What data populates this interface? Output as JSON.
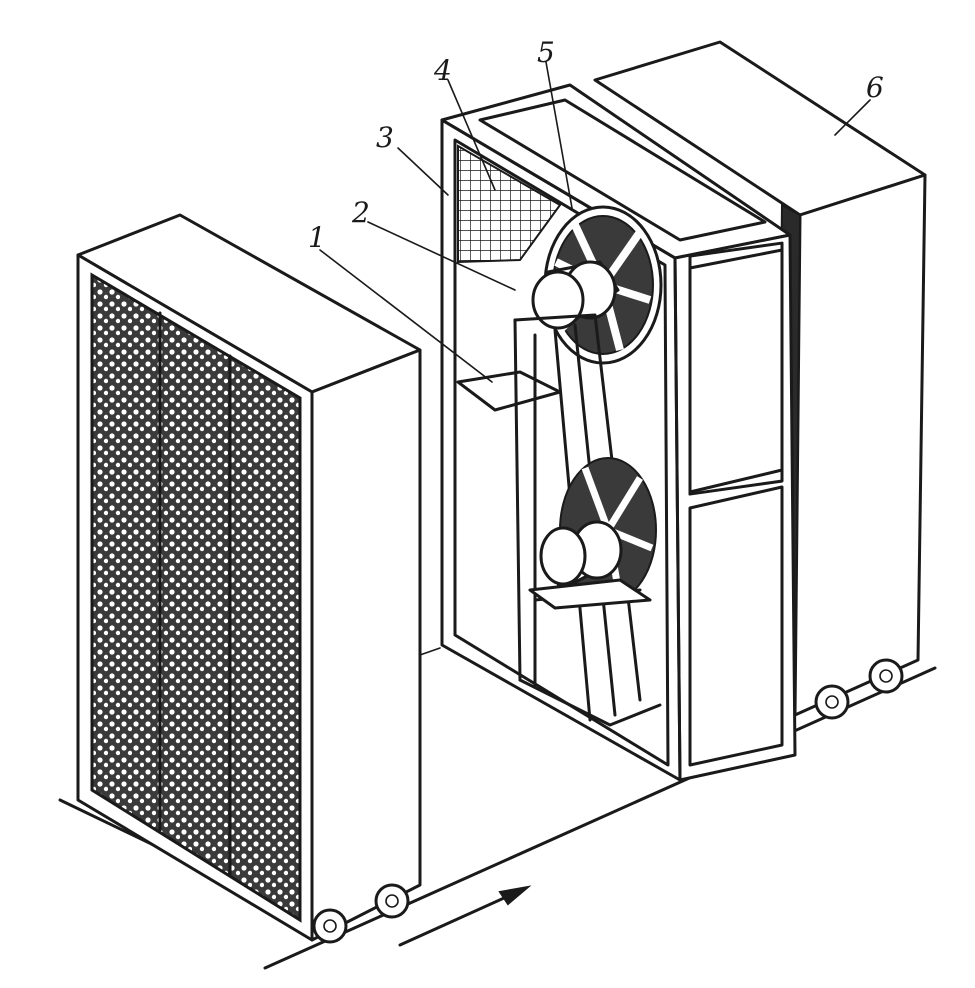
{
  "diagram": {
    "callouts": [
      {
        "id": "1",
        "text": "1"
      },
      {
        "id": "2",
        "text": "2"
      },
      {
        "id": "3",
        "text": "3"
      },
      {
        "id": "4",
        "text": "4"
      },
      {
        "id": "5",
        "text": "5"
      },
      {
        "id": "6",
        "text": "6"
      }
    ],
    "ink_color": "#1a1a1a",
    "icons": {
      "direction_arrow": "arrow-right-icon",
      "wheel": "wheel-icon",
      "fan": "fan-icon",
      "motor": "motor-icon"
    }
  }
}
